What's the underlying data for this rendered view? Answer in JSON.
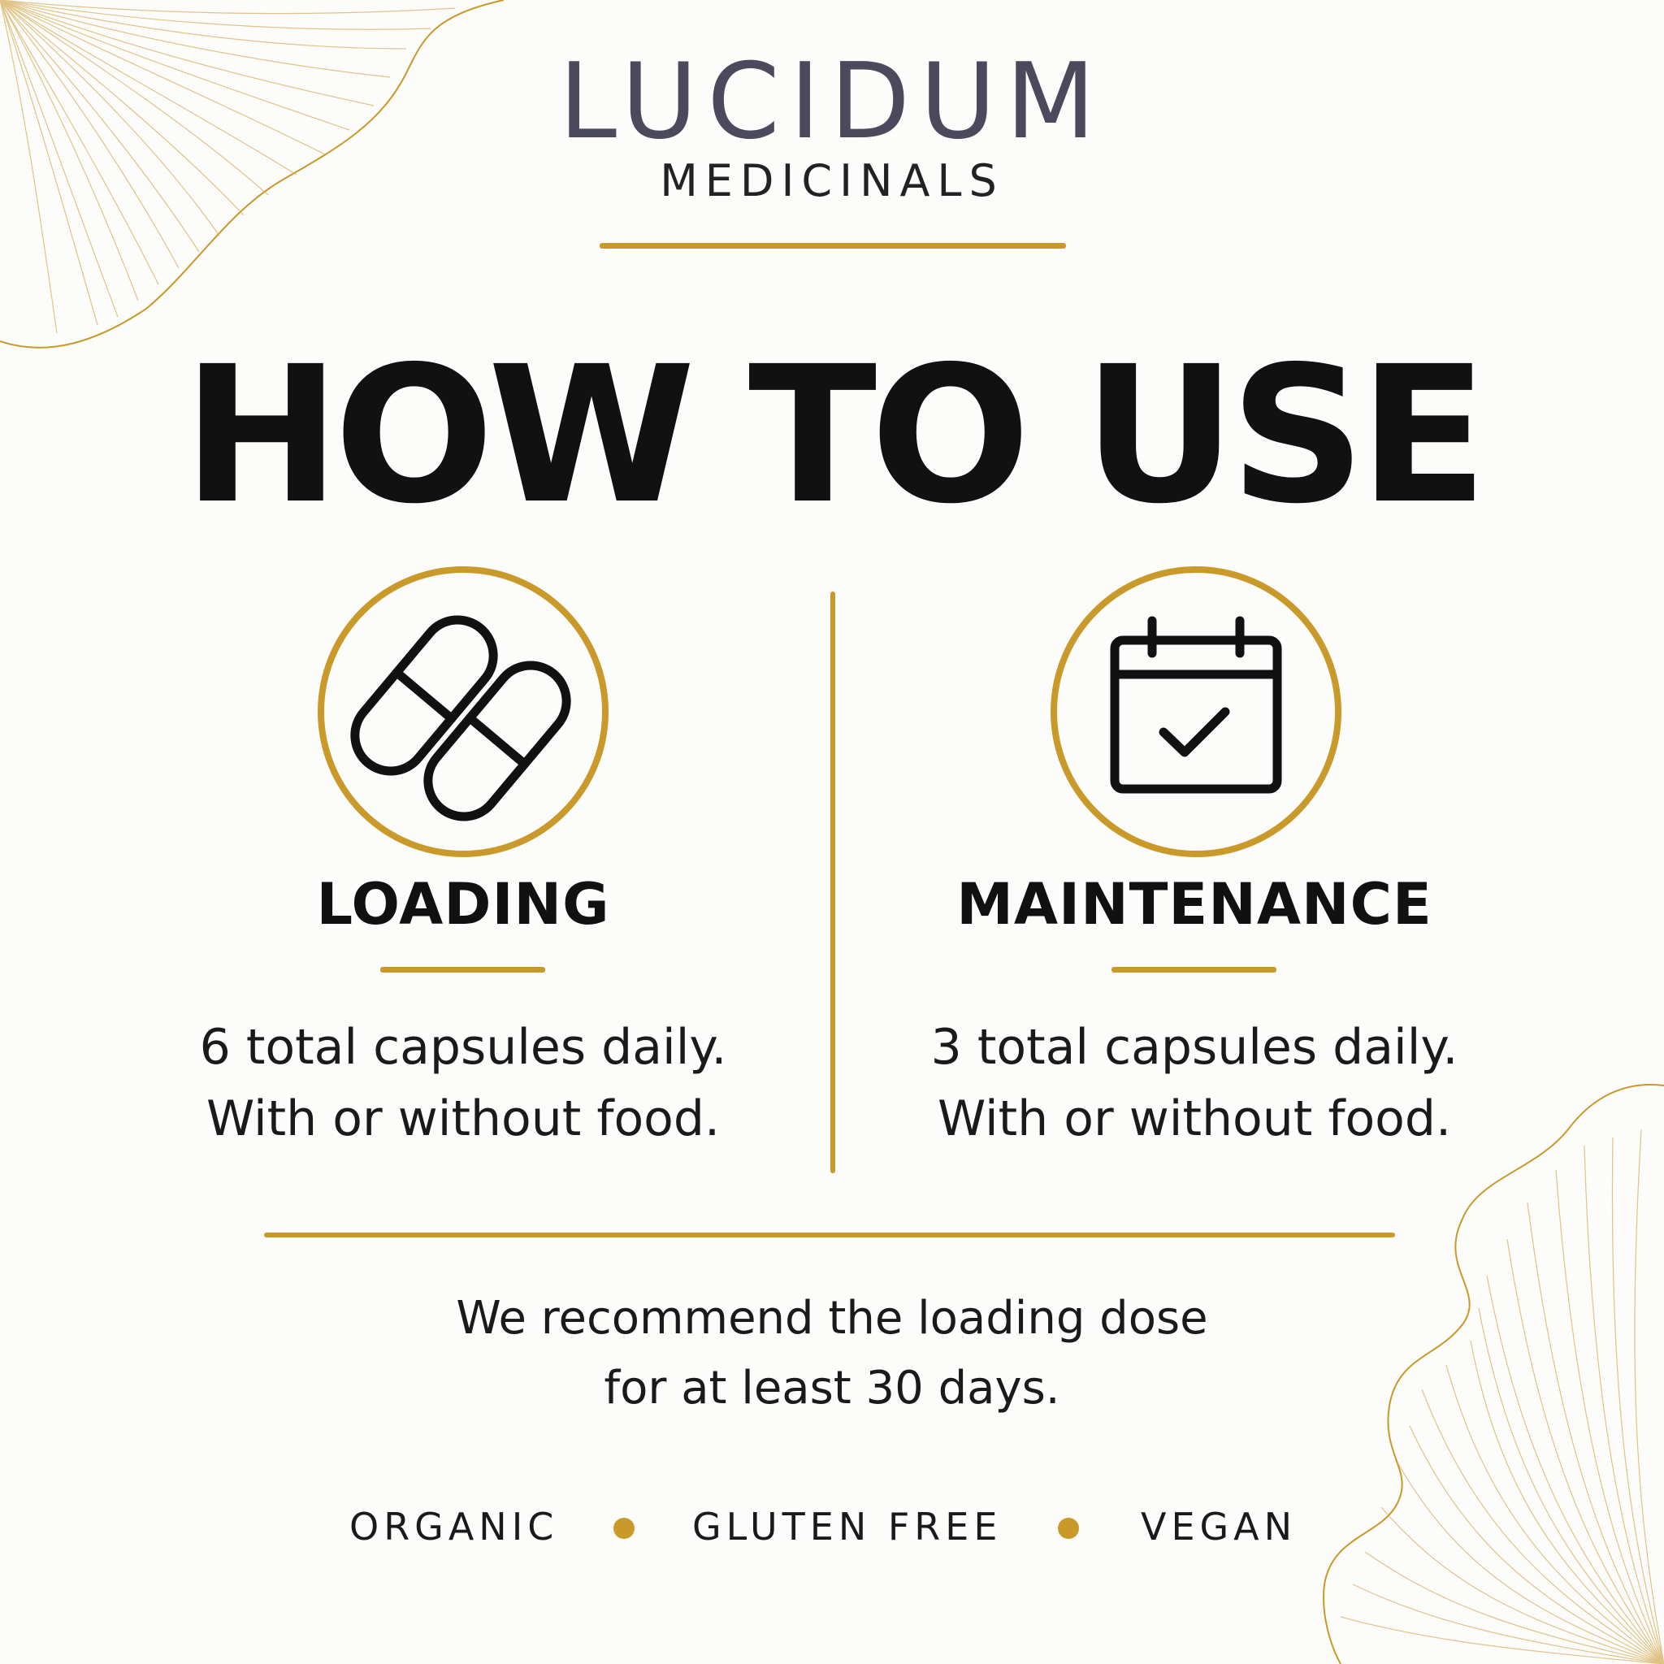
{
  "brand": {
    "name": "LUCIDUM",
    "subtitle": "MEDICINALS"
  },
  "headline": "HOW TO USE",
  "columns": [
    {
      "icon": "capsules-icon",
      "title": "LOADING",
      "line1": "6 total capsules daily.",
      "line2": "With or without food."
    },
    {
      "icon": "calendar-check-icon",
      "title": "MAINTENANCE",
      "line1": "3 total capsules daily.",
      "line2": "With or without food."
    }
  ],
  "recommendation": {
    "line1": "We recommend the loading dose",
    "line2": "for at least 30 days."
  },
  "badges": [
    "ORGANIC",
    "GLUTEN FREE",
    "VEGAN"
  ],
  "colors": {
    "accent": "#c9992a",
    "text": "#111111",
    "brand": "#4a4a5c",
    "background": "#fcfcfa"
  }
}
